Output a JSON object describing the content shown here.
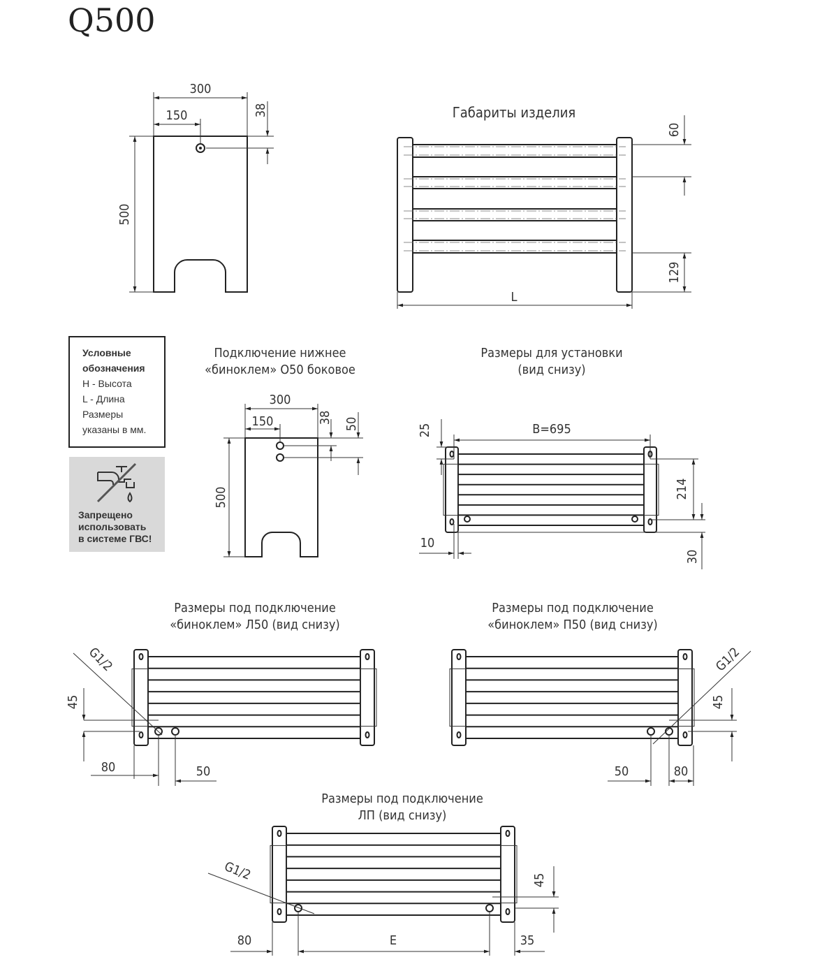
{
  "title": "Q500",
  "side_view": {
    "dim_width": "300",
    "dim_half": "150",
    "dim_top": "38",
    "dim_height": "500"
  },
  "overall_view": {
    "title": "Габариты изделия",
    "dim_top": "60",
    "dim_bottom": "129",
    "dim_length": "L"
  },
  "legend": {
    "lines": [
      "Условные",
      "обозначения",
      "H - Высота",
      "L - Длина",
      "Размеры",
      "указаны в мм."
    ]
  },
  "warning": {
    "icon": "no-tap-icon",
    "lines": [
      "Запрещено",
      "использовать",
      "в системе ГВС!"
    ]
  },
  "side_connection": {
    "title_1": "Подключение нижнее",
    "title_2": "«биноклем» О50 боковое",
    "dim_width": "300",
    "dim_half": "150",
    "dim_top": "38",
    "dim_second": "50",
    "dim_height": "500"
  },
  "install": {
    "title_1": "Размеры для установки",
    "title_2": "(вид снизу)",
    "dim_b": "B=695",
    "dim_25": "25",
    "dim_214": "214",
    "dim_10": "10",
    "dim_30": "30"
  },
  "l50": {
    "title_1": "Размеры под подключение",
    "title_2": "«биноклем» Л50 (вид снизу)",
    "thread": "G1/2",
    "dim_45": "45",
    "dim_80": "80",
    "dim_50": "50"
  },
  "p50": {
    "title_1": "Размеры под подключение",
    "title_2": "«биноклем» П50 (вид снизу)",
    "thread": "G1/2",
    "dim_45": "45",
    "dim_50": "50",
    "dim_80": "80"
  },
  "lp": {
    "title_1": "Размеры под подключение",
    "title_2": "ЛП (вид снизу)",
    "thread": "G1/2",
    "dim_45": "45",
    "dim_80": "80",
    "dim_e": "E",
    "dim_35": "35"
  }
}
